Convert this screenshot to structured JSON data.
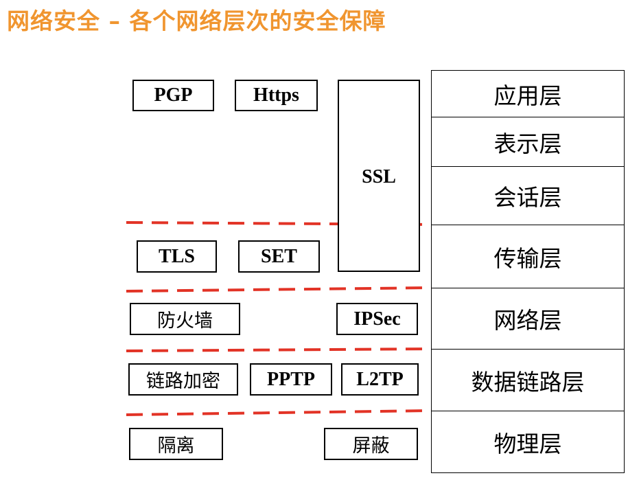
{
  "title": "网络安全 – 各个网络层次的安全保障",
  "colors": {
    "title": "#f0952f",
    "divider": "#e23326",
    "border": "#000000"
  },
  "osi_layers": [
    "应用层",
    "表示层",
    "会话层",
    "传输层",
    "网络层",
    "数据链路层",
    "物理层"
  ],
  "protocols": {
    "pgp": "PGP",
    "https": "Https",
    "ssl": "SSL",
    "tls": "TLS",
    "set": "SET",
    "firewall": "防火墙",
    "ipsec": "IPSec",
    "link_encryption": "链路加密",
    "pptp": "PPTP",
    "l2tp": "L2TP",
    "isolation": "隔离",
    "shielding": "屏蔽"
  }
}
